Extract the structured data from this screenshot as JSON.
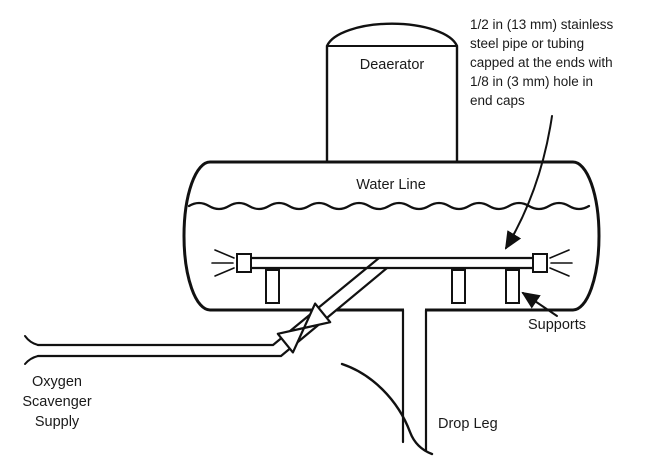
{
  "labels": {
    "deaerator": "Deaerator",
    "water_line": "Water Line",
    "supports": "Supports",
    "drop_leg": "Drop Leg"
  },
  "oxygen_supply_label": [
    "Oxygen",
    "Scavenger",
    "Supply"
  ],
  "annotation": {
    "lines": [
      "1/2 in (13 mm) stainless",
      "steel pipe or tubing",
      "capped at the ends with",
      "1/8 in (3 mm) hole in",
      "end caps"
    ]
  },
  "colors": {
    "line": "#111111",
    "background": "#ffffff"
  }
}
